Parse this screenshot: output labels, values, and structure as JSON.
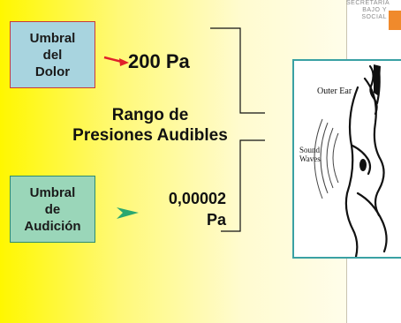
{
  "org_lines": [
    "SECRETARÍA",
    "BAJO Y",
    "SOCIAL"
  ],
  "box_dolor": {
    "label": "Umbral\ndel\nDolor"
  },
  "value_dolor": "200 Pa",
  "center": {
    "label": "Rango de\nPresiones Audibles"
  },
  "box_audicion": {
    "label": "Umbral\nde\nAudición"
  },
  "value_audicion": "0,00002\nPa",
  "ear_image": {
    "outer_ear_label": "Outer Ear",
    "sound_waves_label": "Sound\nWaves"
  },
  "colors": {
    "arrow_red": "#e0202a",
    "arrow_green": "#2aa870",
    "frame_teal": "#3aa1a4"
  }
}
